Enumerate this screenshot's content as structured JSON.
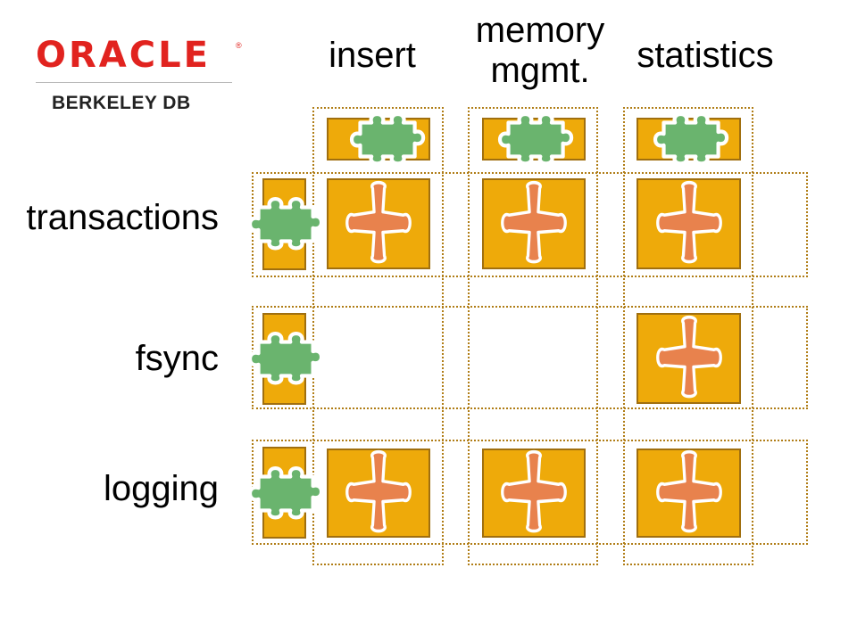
{
  "logo": {
    "brand": "ORACLE",
    "registered_mark": "®",
    "product": "BERKELEY DB",
    "brand_color": "#E1231F"
  },
  "columns": [
    {
      "label": "insert"
    },
    {
      "label": "memory\nmgmt."
    },
    {
      "label": "statistics"
    }
  ],
  "rows": [
    {
      "label": "transactions"
    },
    {
      "label": "fsync"
    },
    {
      "label": "logging"
    }
  ],
  "grid_cells": [
    [
      true,
      true,
      true
    ],
    [
      false,
      false,
      true
    ],
    [
      true,
      true,
      true
    ]
  ],
  "colors": {
    "tile_fill": "#EEAA0A",
    "tile_border": "#A06F0F",
    "dotted_border": "#B07D16",
    "puzzle_green": "#6AB46E",
    "cross_orange": "#E8824D"
  },
  "icons": {
    "feature_piece": "green-puzzle-piece-icon",
    "interaction_piece": "orange-cross-piece-icon"
  }
}
